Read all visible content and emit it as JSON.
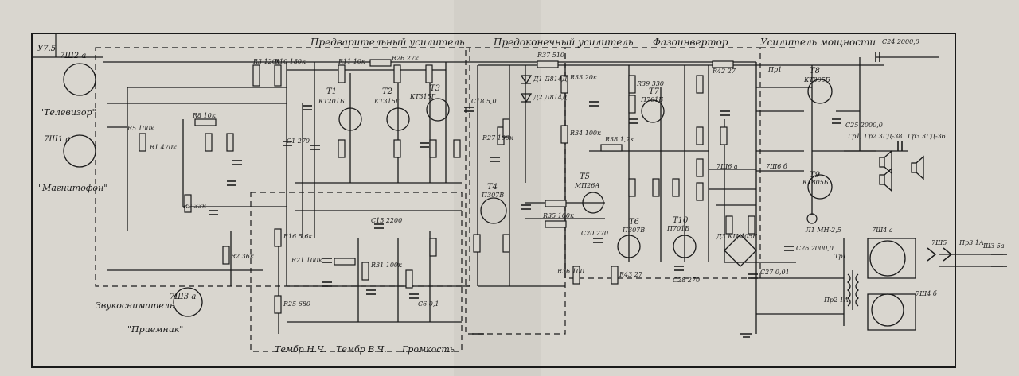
{
  "block_id": "У7.5",
  "sections": {
    "preamp": "Предварительный усилитель",
    "pre_final": "Предоконечный усилитель",
    "phase_inverter": "Фазоинвертор",
    "power_amp": "Усилитель мощности"
  },
  "inputs": {
    "tv_connector": "7Ш2 а",
    "tv_label": "\"Телевизор\"",
    "tape_connector": "7Ш1 а",
    "tape_label": "\"Магнитофон\"",
    "pickup_connector": "7Ш3 а",
    "pickup_label": "Звукосниматель",
    "radio_label": "\"Приемник\""
  },
  "controls": {
    "bass": "Тембр Н.Ч.",
    "treble": "Тембр В.Ч.",
    "volume": "Громкость"
  },
  "transistors": {
    "t1": "Т1",
    "t1_type": "КТ201Б",
    "t2": "Т2",
    "t2_type": "КТ315Г",
    "t3": "Т3",
    "t3_type": "КТ315Г",
    "t4": "Т4",
    "t4_type": "П307В",
    "t5": "Т5",
    "t5_type": "МП26А",
    "t6": "Т6",
    "t6_type": "П307В",
    "t7": "Т7",
    "t7_type": "П701Б",
    "t8": "Т8",
    "t8_type": "КТ805Б",
    "t9": "Т9",
    "t9_type": "КТ805Б",
    "t10": "Т10",
    "t10_type": "П701Б"
  },
  "components": {
    "r1": "R1 470к",
    "r2": "R2 36к",
    "r3": "R3 120к",
    "r5": "R5 100к",
    "r8": "R8 10к",
    "r9": "R9 33к",
    "r10": "R10 180к",
    "r11": "R11 10к",
    "r16": "R16 5,6к",
    "r21": "R21 100к",
    "r25": "R25 680",
    "r26": "R26 27к",
    "r27": "R27 100к",
    "r31": "R31 100к",
    "r33": "R33 20к",
    "r34": "R34 100к",
    "r35": "R35 100к",
    "r36": "R36 100",
    "r37": "R37 510",
    "r38": "R38 1,2к",
    "r39": "R39 330",
    "r42": "R42 27",
    "r43": "R43 27",
    "c1": "С1 270",
    "c6": "С6 0,1",
    "c15": "С15 2200",
    "c18": "С18 5,0",
    "c20": "С20 270",
    "c24": "С24 2000,0",
    "c25": "С25 2000,0",
    "c26": "С26 2000,0",
    "c27": "С27 0,01",
    "c28": "С28 270",
    "d1": "Д1 Д814Д",
    "d2": "Д2 Д814Д",
    "d3": "Д3 КЦ-405Б",
    "lamp": "Л1 МН-2,5",
    "speakers": "Гр1, Гр2 3ГД-38",
    "speaker3": "Гр3 3ГД-36",
    "transformer": "Тр1",
    "fuse1": "Пр1",
    "fuse2": "Пр2 1А",
    "fuse3": "Пр3 1А",
    "mains_plug": "Ш3 5а",
    "conn_out": "7Ш6 б",
    "conn_outa": "7Ш6 а",
    "conn_pwr": "7Ш4 а",
    "conn_pwr2": "7Ш4 б",
    "conn_7sh5": "7Ш5"
  },
  "colors": {
    "paper": "#d9d6cf",
    "ink": "#1a1a1a"
  }
}
